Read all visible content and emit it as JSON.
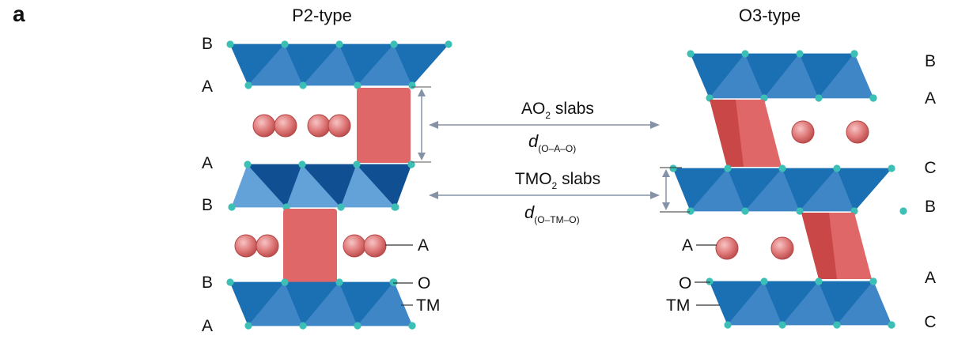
{
  "panel_label": "a",
  "p2": {
    "title": "P2-type",
    "stacking": [
      "B",
      "A",
      "A",
      "B",
      "B",
      "A"
    ],
    "na_label": "A",
    "o_label": "O",
    "tm_label": "TM"
  },
  "o3": {
    "title": "O3-type",
    "stacking": [
      "B",
      "A",
      "C",
      "B",
      "A",
      "C"
    ],
    "na_label": "A",
    "o_label": "O",
    "tm_label": "TM"
  },
  "middle": {
    "ao2_main": "AO",
    "ao2_sub": "2",
    "ao2_rest": " slabs",
    "d1_symbol": "d",
    "d1_sub": "(O–A–O)",
    "tmo2_main": "TMO",
    "tmo2_sub": "2",
    "tmo2_rest": " slabs",
    "d2_symbol": "d",
    "d2_sub": "(O–TM–O)"
  },
  "colors": {
    "octa_dark": "#1b6fb3",
    "octa_mid": "#3f86c6",
    "octa_light": "#62a2d8",
    "octa_navy": "#0f4f92",
    "prism": "#e06767",
    "prism_dark": "#c94747",
    "oxygen": "#3cbfb4",
    "sodium": "#e07a7a",
    "arrow": "#8592a6"
  }
}
